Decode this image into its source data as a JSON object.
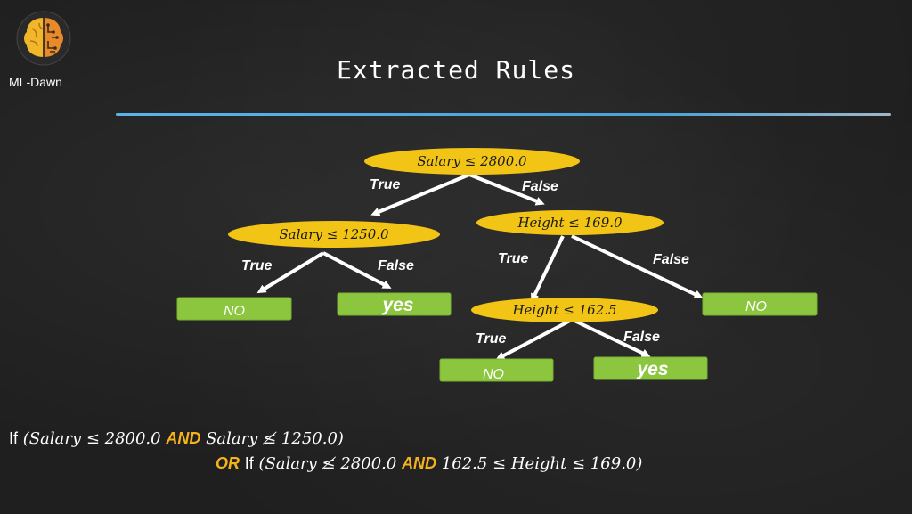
{
  "brand": {
    "name": "ML-Dawn",
    "logo_icon": "brain-circuit-icon"
  },
  "title": "Extracted Rules",
  "colors": {
    "node_fill": "#f2c415",
    "leaf_fill": "#8cc63f",
    "accent_line": "#5ab4e8",
    "keyword": "#f5b21b"
  },
  "tree": {
    "nodes": [
      {
        "id": "n1",
        "label": "Salary  ≤ 2800.0"
      },
      {
        "id": "n2",
        "label": "Salary ≤ 1250.0"
      },
      {
        "id": "n3",
        "label": "Height  ≤ 169.0"
      },
      {
        "id": "n4",
        "label": "Height  ≤ 162.5"
      }
    ],
    "leaves": [
      {
        "id": "l1",
        "label": "NO"
      },
      {
        "id": "l2",
        "label": "yes"
      },
      {
        "id": "l3",
        "label": "NO"
      },
      {
        "id": "l4",
        "label": "NO"
      },
      {
        "id": "l5",
        "label": "yes"
      }
    ],
    "edges": [
      {
        "from": "n1",
        "to": "n2",
        "label": "True"
      },
      {
        "from": "n1",
        "to": "n3",
        "label": "False"
      },
      {
        "from": "n2",
        "to": "l1",
        "label": "True"
      },
      {
        "from": "n2",
        "to": "l2",
        "label": "False"
      },
      {
        "from": "n3",
        "to": "n4",
        "label": "True"
      },
      {
        "from": "n3",
        "to": "l3",
        "label": "False"
      },
      {
        "from": "n4",
        "to": "l4",
        "label": "True"
      },
      {
        "from": "n4",
        "to": "l5",
        "label": "False"
      }
    ]
  },
  "rules": {
    "line1": {
      "if": "If",
      "a": "(Salary  ≤ 2800.0 ",
      "and": "AND",
      "b": " Salary  ≰ 1250.0)"
    },
    "line2": {
      "or": "OR",
      "if": " If",
      "a": " (Salary ≰ 2800.0 ",
      "and": "AND",
      "b": " 162.5 ≤ Height  ≤ 169.0)"
    }
  }
}
